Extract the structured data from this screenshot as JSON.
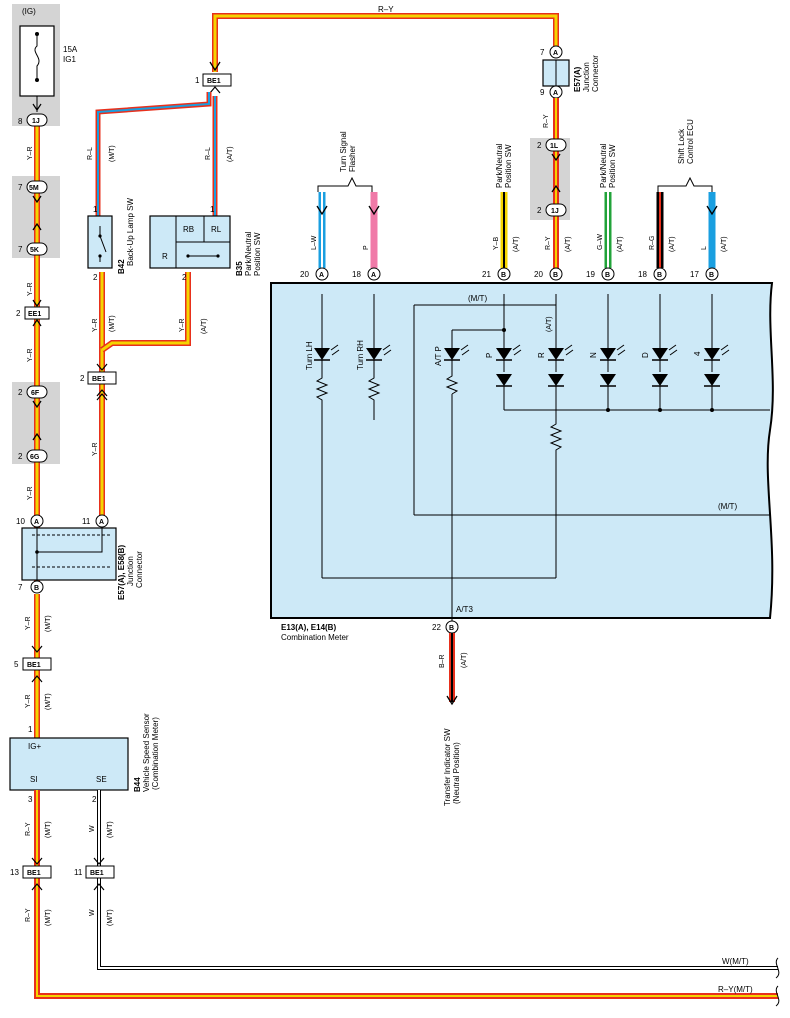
{
  "ignition_block": {
    "source": "(IG)",
    "fuse_rating": "15A",
    "fuse_name": "IG1",
    "pin_top": "8",
    "pin_top_code": "1J"
  },
  "left_column": {
    "wire_y_r": "Y–R",
    "jp_5m": {
      "pin": "7",
      "code": "5M"
    },
    "jp_5k": {
      "pin": "7",
      "code": "5K"
    },
    "conn_ee1": {
      "pin": "2",
      "code": "EE1"
    },
    "jp_6f": {
      "pin": "2",
      "code": "6F"
    },
    "jp_6g": {
      "pin": "2",
      "code": "6G"
    }
  },
  "top_wire": {
    "label": "R–Y"
  },
  "be1_top": {
    "pin": "1",
    "code": "BE1"
  },
  "backup_lamp_sw": {
    "id": "B42",
    "name_line1": "Back-Up Lamp SW",
    "pin_top": "1",
    "pin_bottom": "2",
    "wire_top": "R–L",
    "wire_top_tag": "(M/T)",
    "wire_bottom": "Y–R",
    "wire_bottom_tag": "(M/T)"
  },
  "park_neutral_sw": {
    "id": "B35",
    "name_line1": "Park/Neutral",
    "name_line2": "Position SW",
    "pin_top": "1",
    "pin_bottom": "2",
    "terminal_rb": "RB",
    "terminal_rl": "RL",
    "terminal_r": "R",
    "wire_top": "R–L",
    "wire_top_tag": "(A/T)",
    "wire_bottom": "Y–R",
    "wire_bottom_tag": "(A/T)"
  },
  "be1_mid": {
    "pin": "2",
    "code": "BE1",
    "wire": "Y–R"
  },
  "junction_connector_left": {
    "id": "E57(A), E58(B)",
    "name_line1": "Junction",
    "name_line2": "Connector",
    "pin_left": "10",
    "pin_left_code": "A",
    "pin_right": "11",
    "pin_right_code": "A",
    "pin_bottom": "7",
    "pin_bottom_code": "B"
  },
  "lower_left": {
    "wire1": "Y–R",
    "wire1_tag": "(M/T)",
    "be1_low": {
      "pin": "5",
      "code": "BE1"
    },
    "wire2": "Y–R",
    "wire2_tag": "(M/T)",
    "pin_1": "1"
  },
  "speed_sensor": {
    "id": "B44",
    "name_line1": "Vehicle Speed Sensor",
    "name_line2": "(Combination Meter)",
    "term_ig": "IG+",
    "term_si": "SI",
    "term_se": "SE",
    "pin_si": "3",
    "pin_se": "2"
  },
  "bottom_left": {
    "wire_ry": "R–Y",
    "wire_ry_tag": "(M/T)",
    "wire_w": "W",
    "wire_w_tag": "(M/T)",
    "be1_13": {
      "pin": "13",
      "code": "BE1"
    },
    "be1_11": {
      "pin": "11",
      "code": "BE1"
    },
    "wire_ry2": "R–Y",
    "wire_ry2_tag": "(M/T)",
    "wire_w2": "W",
    "wire_w2_tag": "(M/T)",
    "bus_w": "W(M/T)",
    "bus_ry": "R–Y(M/T)"
  },
  "junction_connector_right": {
    "id": "E57(A)",
    "name_line1": "Junction",
    "name_line2": "Connector",
    "pin_top": "7",
    "pin_top_code": "A",
    "pin_bottom": "9",
    "pin_bottom_code": "A",
    "wire": "R–Y",
    "jp_1l": {
      "pin": "2",
      "code": "1L"
    },
    "jp_1j": {
      "pin": "2",
      "code": "1J"
    }
  },
  "top_labels": {
    "turn_flasher": {
      "line1": "Turn Signal",
      "line2": "Flasher"
    },
    "pn_sw_1": {
      "line1": "Park/Neutral",
      "line2": "Position SW"
    },
    "pn_sw_2": {
      "line1": "Park/Neutral",
      "line2": "Position SW"
    },
    "shift_lock": {
      "line1": "Shift Lock",
      "line2": "Control ECU"
    }
  },
  "meter_inputs": [
    {
      "wire": "L–W",
      "tag": "",
      "pin": "20",
      "code": "A",
      "term": "B",
      "color": "#1a9fe0"
    },
    {
      "wire": "P",
      "tag": "",
      "pin": "18",
      "code": "A",
      "term": "B",
      "color": "#f07aa8"
    },
    {
      "wire": "Y–B",
      "tag": "(A/T)",
      "pin": "21",
      "code": "B",
      "term": "P",
      "color": "#f5d400"
    },
    {
      "wire": "R–Y",
      "tag": "(A/T)",
      "pin": "20",
      "code": "B",
      "term": "R",
      "color": "#e8301c"
    },
    {
      "wire": "G–W",
      "tag": "(A/T)",
      "pin": "19",
      "code": "B",
      "term": "N",
      "color": "#22a33a"
    },
    {
      "wire": "R–G",
      "tag": "(A/T)",
      "pin": "18",
      "code": "B",
      "term": "D",
      "color": "#e8301c"
    },
    {
      "wire": "L",
      "tag": "(A/T)",
      "pin": "17",
      "code": "B",
      "term": "4",
      "color": "#1a9fe0"
    }
  ],
  "meter": {
    "id": "E13(A), E14(B)",
    "name": "Combination Meter",
    "mt_tag": "(M/T)",
    "at_tag": "(A/T)",
    "mt_tag2": "(M/T)",
    "lamps": {
      "turn_lh": "Turn LH",
      "turn_rh": "Turn RH",
      "at_p": "A/T P",
      "p": "P",
      "r": "R",
      "n": "N",
      "d": "D",
      "four": "4"
    },
    "at3_label": "A/T3",
    "out_pin": "22",
    "out_code": "B"
  },
  "transfer": {
    "wire": "B–R",
    "tag": "(A/T)",
    "name_line1": "Transfer Indicator SW",
    "name_line2": "(Neutral Position)"
  },
  "colors": {
    "wire_yellow": "#f5d400",
    "wire_red": "#e8301c",
    "wire_blue": "#1a9fe0",
    "meter_fill": "#cde9f7",
    "shade": "#d4d4d4",
    "component_fill": "#cde9f7"
  }
}
